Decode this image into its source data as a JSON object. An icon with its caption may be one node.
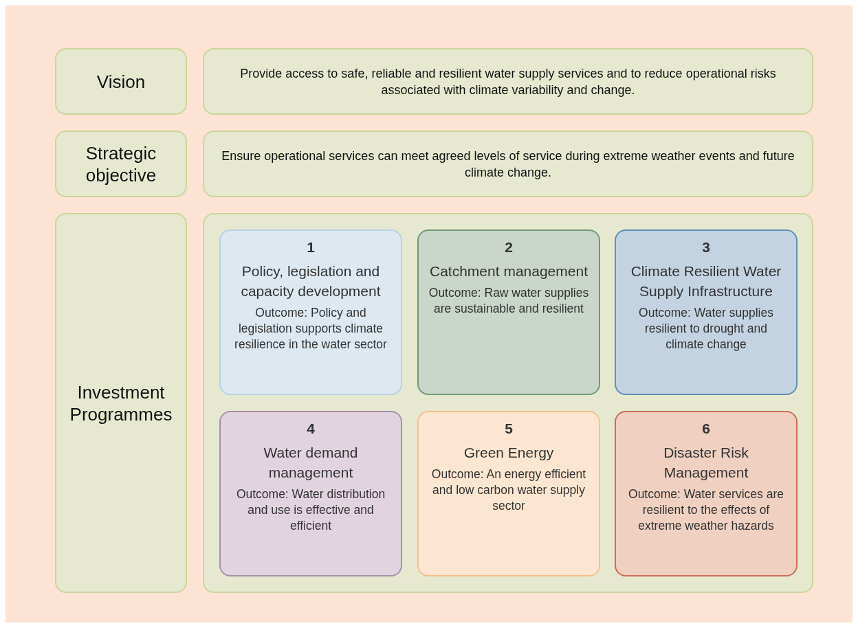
{
  "diagram": {
    "nodes": [
      {
        "text": [
          "Vision"
        ]
      },
      {
        "text": [
          "Provide access to safe, reliable and resilient water supply services and to reduce operational risks associated with climate variability and change."
        ]
      },
      {
        "text": [
          "Strategic objective"
        ]
      },
      {
        "text": [
          "Ensure operational services can meet agreed levels of service during extreme weather events and future climate change."
        ]
      },
      {
        "text": [
          "Investment Programmes"
        ]
      },
      {
        "text": [],
        "shape": "box"
      },
      {
        "text": [
          "1",
          "Policy, legislation and capacity development",
          "Outcome: Policy and legislation supports climate resilience in the water sector"
        ],
        "in": 5
      },
      {
        "text": [
          "2",
          "Catchment management",
          "Outcome: Raw water supplies are sustainable and resilient"
        ],
        "in": 5
      },
      {
        "text": [
          "3",
          "Climate Resilient Water Supply Infrastructure",
          "Outcome: Water supplies resilient to drought and climate change"
        ],
        "in": 5
      },
      {
        "text": [
          "4",
          "Water demand management",
          "Outcome: Water distribution and use is effective and efficient"
        ],
        "in": 5
      },
      {
        "text": [
          "5",
          "Green Energy",
          "Outcome: An energy efficient and low carbon water supply sector"
        ],
        "in": 5
      },
      {
        "text": [
          "6",
          "Disaster Risk Management",
          "Outcome: Water services are resilient to the effects of extreme weather hazards"
        ],
        "in": 5
      }
    ],
    "edges": []
  }
}
